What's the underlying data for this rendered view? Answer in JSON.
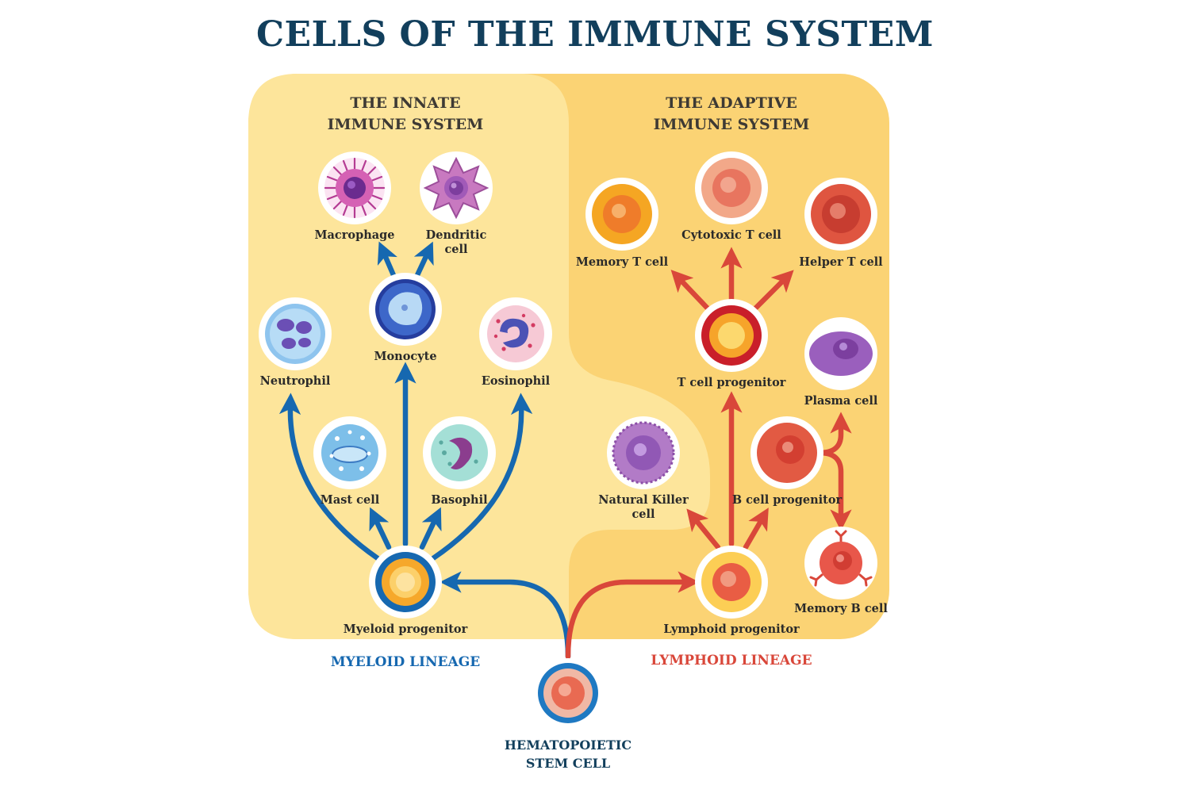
{
  "title": "CELLS OF THE IMMUNE SYSTEM",
  "sections": {
    "innate": "THE INNATE\nIMMUNE SYSTEM",
    "adaptive": "THE ADAPTIVE\nIMMUNE SYSTEM"
  },
  "lineages": {
    "myeloid": "MYELOID LINEAGE",
    "lymphoid": "LYMPHOID LINEAGE"
  },
  "colors": {
    "innate_panel": "#fde59b",
    "adaptive_panel": "#fbd374",
    "myeloid_arrow": "#1668b0",
    "lymphoid_arrow": "#d9473a",
    "title": "#123f5c"
  },
  "cells": {
    "macrophage": "Macrophage",
    "dendritic": "Dendritic\ncell",
    "monocyte": "Monocyte",
    "neutrophil": "Neutrophil",
    "eosinophil": "Eosinophil",
    "mast": "Mast cell",
    "basophil": "Basophil",
    "myeloid_progenitor": "Myeloid progenitor",
    "memory_t": "Memory T cell",
    "cytotoxic_t": "Cytotoxic T cell",
    "helper_t": "Helper T cell",
    "t_progenitor": "T cell progenitor",
    "plasma": "Plasma cell",
    "nk": "Natural Killer\ncell",
    "b_progenitor": "B cell progenitor",
    "memory_b": "Memory B cell",
    "lymphoid_progenitor": "Lymphoid progenitor",
    "stem": "HEMATOPOIETIC\nSTEM CELL"
  }
}
